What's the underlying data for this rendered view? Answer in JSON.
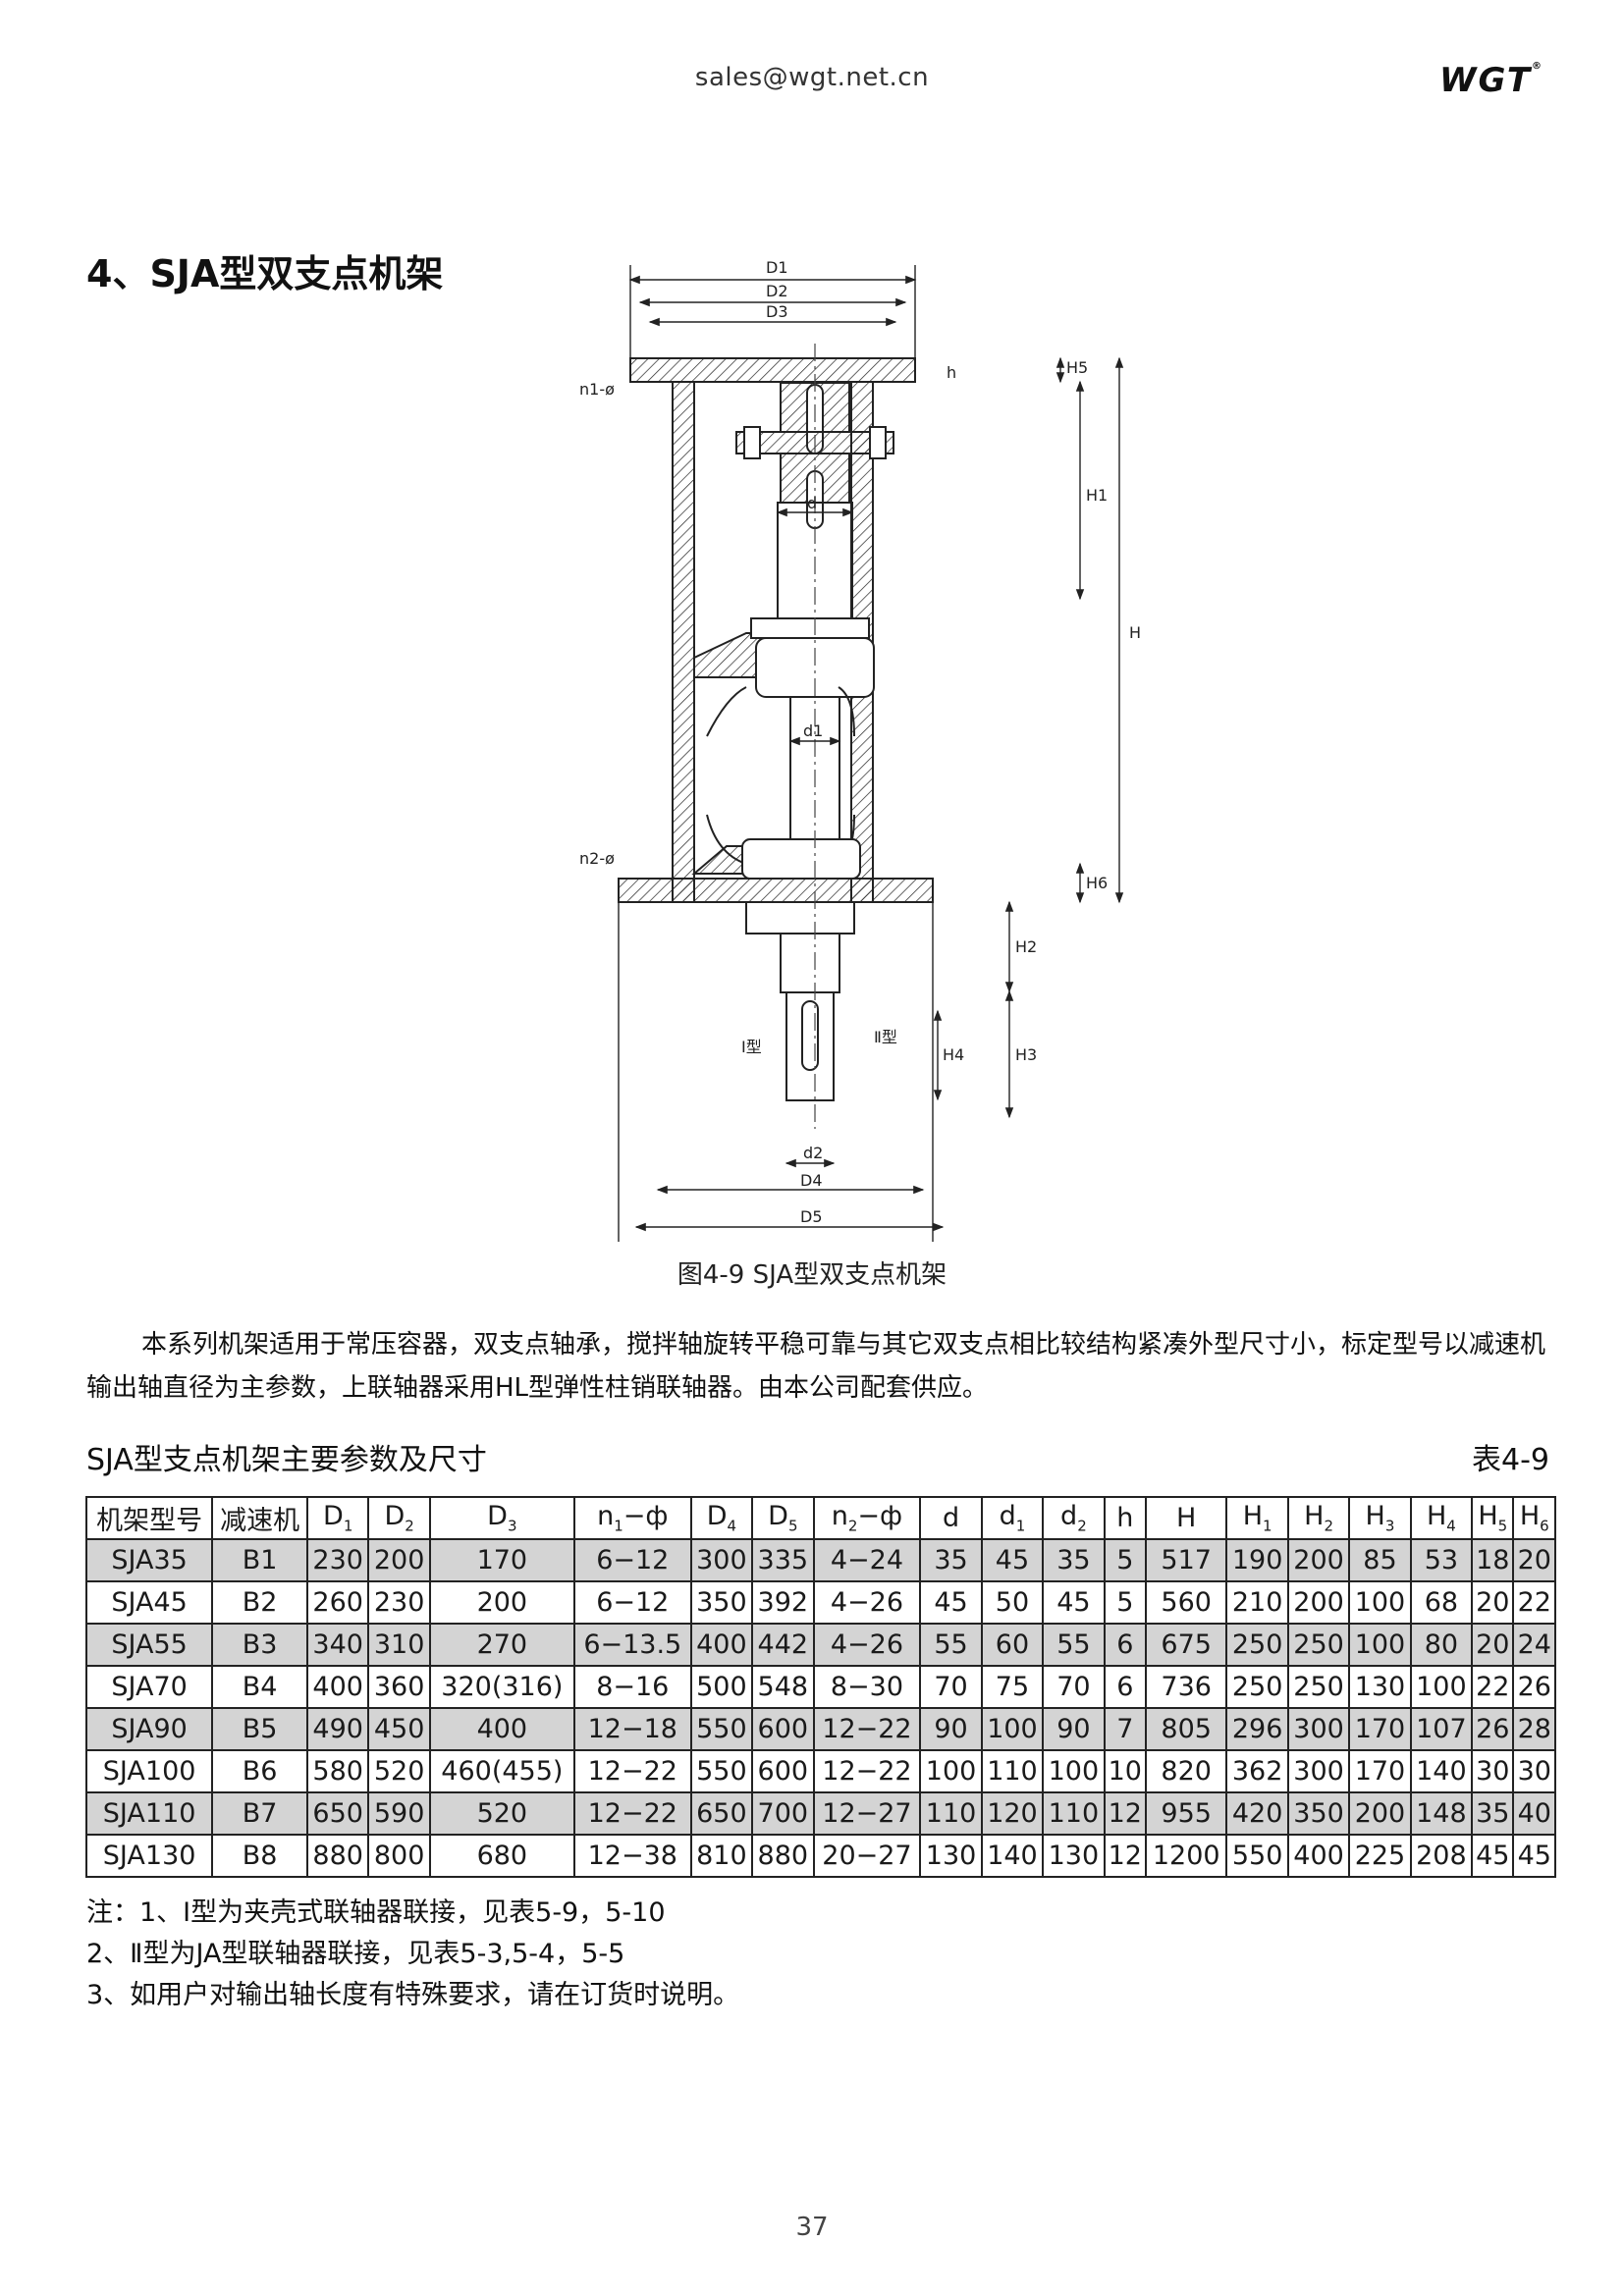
{
  "header": {
    "email": "sales@wgt.net.cn",
    "logo": "WGT",
    "logo_mark": "®"
  },
  "section_title": "4、SJA型双支点机架",
  "figure": {
    "caption": "图4-9  SJA型双支点机架",
    "labels": {
      "D1": "D1",
      "D2": "D2",
      "D3": "D3",
      "D4": "D4",
      "D5": "D5",
      "n1": "n1-ø",
      "n2": "n2-ø",
      "h": "h",
      "H": "H",
      "H1": "H1",
      "H2": "H2",
      "H3": "H3",
      "H4": "H4",
      "H5": "H5",
      "H6": "H6",
      "d": "d",
      "d1": "d1",
      "d2": "d2",
      "type1": "Ⅰ型",
      "type2": "Ⅱ型"
    }
  },
  "intro": "本系列机架适用于常压容器，双支点轴承，搅拌轴旋转平稳可靠与其它双支点相比较结构紧凑外型尺寸小，标定型号以减速机输出轴直径为主参数，上联轴器采用HL型弹性柱销联轴器。由本公司配套供应。",
  "table": {
    "title": "SJA型支点机架主要参数及尺寸",
    "number": "表4-9",
    "headers": [
      {
        "base": "机架型号",
        "sub": ""
      },
      {
        "base": "减速机",
        "sub": ""
      },
      {
        "base": "D",
        "sub": "1"
      },
      {
        "base": "D",
        "sub": "2"
      },
      {
        "base": "D",
        "sub": "3"
      },
      {
        "base": "n",
        "sub": "1",
        "tail": "−ф"
      },
      {
        "base": "D",
        "sub": "4"
      },
      {
        "base": "D",
        "sub": "5"
      },
      {
        "base": "n",
        "sub": "2",
        "tail": "−ф"
      },
      {
        "base": "d",
        "sub": ""
      },
      {
        "base": "d",
        "sub": "1"
      },
      {
        "base": "d",
        "sub": "2"
      },
      {
        "base": "h",
        "sub": ""
      },
      {
        "base": "H",
        "sub": ""
      },
      {
        "base": "H",
        "sub": "1"
      },
      {
        "base": "H",
        "sub": "2"
      },
      {
        "base": "H",
        "sub": "3"
      },
      {
        "base": "H",
        "sub": "4"
      },
      {
        "base": "H",
        "sub": "5"
      },
      {
        "base": "H",
        "sub": "6"
      }
    ],
    "rows": [
      [
        "SJA35",
        "B1",
        "230",
        "200",
        "170",
        "6−12",
        "300",
        "335",
        "4−24",
        "35",
        "45",
        "35",
        "5",
        "517",
        "190",
        "200",
        "85",
        "53",
        "18",
        "20"
      ],
      [
        "SJA45",
        "B2",
        "260",
        "230",
        "200",
        "6−12",
        "350",
        "392",
        "4−26",
        "45",
        "50",
        "45",
        "5",
        "560",
        "210",
        "200",
        "100",
        "68",
        "20",
        "22"
      ],
      [
        "SJA55",
        "B3",
        "340",
        "310",
        "270",
        "6−13.5",
        "400",
        "442",
        "4−26",
        "55",
        "60",
        "55",
        "6",
        "675",
        "250",
        "250",
        "100",
        "80",
        "20",
        "24"
      ],
      [
        "SJA70",
        "B4",
        "400",
        "360",
        "320(316)",
        "8−16",
        "500",
        "548",
        "8−30",
        "70",
        "75",
        "70",
        "6",
        "736",
        "250",
        "250",
        "130",
        "100",
        "22",
        "26"
      ],
      [
        "SJA90",
        "B5",
        "490",
        "450",
        "400",
        "12−18",
        "550",
        "600",
        "12−22",
        "90",
        "100",
        "90",
        "7",
        "805",
        "296",
        "300",
        "170",
        "107",
        "26",
        "28"
      ],
      [
        "SJA100",
        "B6",
        "580",
        "520",
        "460(455)",
        "12−22",
        "550",
        "600",
        "12−22",
        "100",
        "110",
        "100",
        "10",
        "820",
        "362",
        "300",
        "170",
        "140",
        "30",
        "30"
      ],
      [
        "SJA110",
        "B7",
        "650",
        "590",
        "520",
        "12−22",
        "650",
        "700",
        "12−27",
        "110",
        "120",
        "110",
        "12",
        "955",
        "420",
        "350",
        "200",
        "148",
        "35",
        "40"
      ],
      [
        "SJA130",
        "B8",
        "880",
        "800",
        "680",
        "12−38",
        "810",
        "880",
        "20−27",
        "130",
        "140",
        "130",
        "12",
        "1200",
        "550",
        "400",
        "225",
        "208",
        "45",
        "45"
      ]
    ],
    "shaded_rows": [
      0,
      2,
      4,
      6
    ]
  },
  "notes": [
    "注：1、Ⅰ型为夹壳式联轴器联接，见表5-9，5-10",
    "2、Ⅱ型为JA型联轴器联接，见表5-3,5-4，5-5",
    "3、如用户对输出轴长度有特殊要求，请在订货时说明。"
  ],
  "page_number": "37"
}
